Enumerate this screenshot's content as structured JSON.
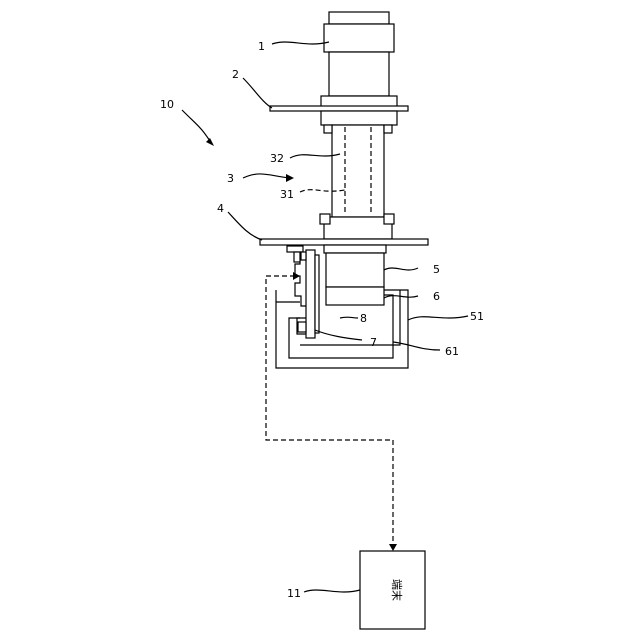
{
  "labels": {
    "l1": "1",
    "l2": "2",
    "l10": "10",
    "l3": "3",
    "l32": "32",
    "l31": "31",
    "l4": "4",
    "l5": "5",
    "l6": "6",
    "l8": "8",
    "l51": "51",
    "l7": "7",
    "l61": "61",
    "l11": "11"
  },
  "terminal": {
    "text": "端末"
  }
}
